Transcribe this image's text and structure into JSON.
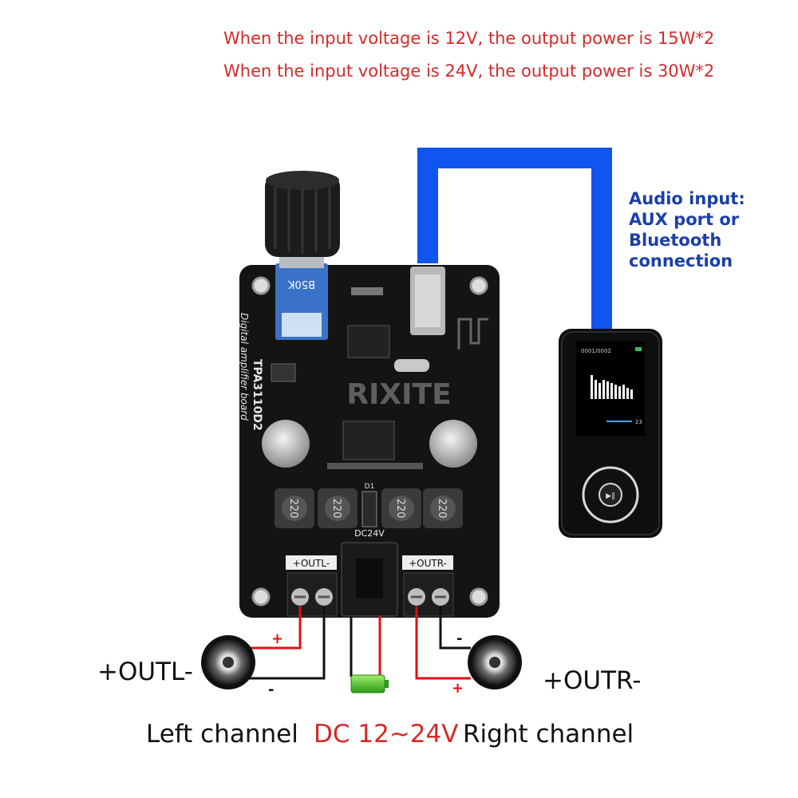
{
  "header": {
    "line1": "When the input voltage is 12V, the output power is 15W*2",
    "line2": "When the input voltage is 24V, the output power is 30W*2"
  },
  "audio_input": {
    "line1": "Audio input:",
    "line2": "AUX port or",
    "line3": "Bluetooth",
    "line4": "connection"
  },
  "board": {
    "model": "TPA3110D2",
    "subtitle": "Digital amplifier board",
    "pot_label": "B50K",
    "inductor_label": "220",
    "power_label": "DC24V",
    "diode_label": "D1",
    "left_terminal": "+OUTL-",
    "right_terminal": "+OUTR-",
    "watermark": "RIXITE"
  },
  "player": {
    "track_counter": "0001/0002",
    "time_readout": "23"
  },
  "wiring": {
    "plus_left": "+",
    "minus_left": "-",
    "plus_right": "+",
    "minus_right": "-"
  },
  "labels": {
    "outl": "+OUTL-",
    "outr": "+OUTR-",
    "left_channel": "Left channel",
    "dc": "DC 12~24V",
    "right_channel": "Right channel"
  },
  "colors": {
    "header_red": "#d42a2a",
    "audio_blue": "#1a3fa8",
    "cable_blue": "#1155ee",
    "wire_red": "#e01010",
    "board_black": "#141414"
  }
}
